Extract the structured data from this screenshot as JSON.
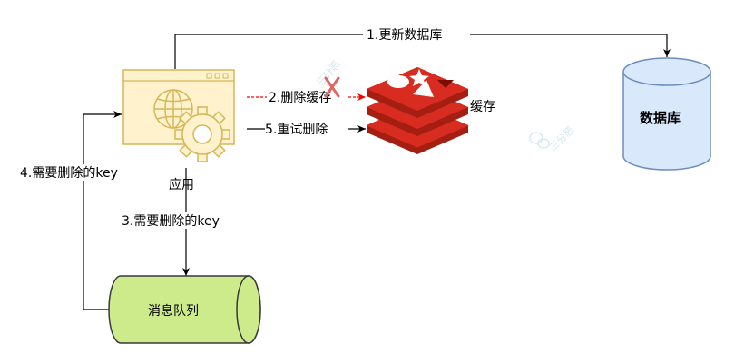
{
  "nodes": {
    "app_label": "应用",
    "cache_label": "缓存",
    "database_label": "数据库",
    "queue_label": "消息队列"
  },
  "edges": {
    "step1": "1.更新数据库",
    "step2": "2.删除缓存",
    "step3": "3.需要删除的key",
    "step4": "4.需要删除的key",
    "step5": "5.重试删除"
  },
  "watermark": "三分恶",
  "colors": {
    "app_fill": "#fff2cc",
    "app_stroke": "#d6b656",
    "db_fill": "#dae8fc",
    "db_stroke": "#6c8ebf",
    "queue_fill": "#cdeb8b",
    "queue_stroke": "#36393d",
    "redis_red": "#d82c20",
    "failed_arrow": "#ff0000"
  }
}
